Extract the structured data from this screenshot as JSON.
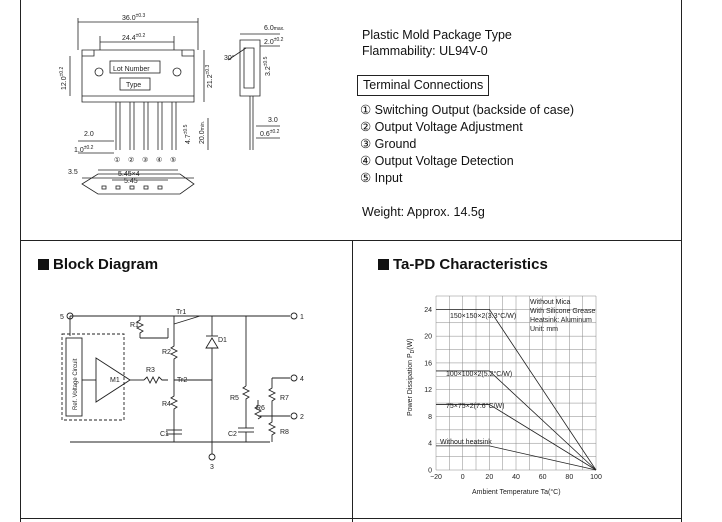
{
  "package": {
    "dim_labels": [
      "36.0",
      "±0.3",
      "24.4",
      "±0.2",
      "12.0",
      "±0.2",
      "21.2",
      "±0.3",
      "6.0",
      "max.",
      "2.0",
      "±0.2",
      "3.2",
      "±0.5",
      "3.0",
      "0.6",
      "±0.2",
      "2.0",
      "1.0",
      "±0.2",
      "4.7",
      "±0.5",
      "20.0",
      "min.",
      "5.45×4",
      "5.45",
      "3.5",
      "30°"
    ],
    "lot_label": "Lot Number",
    "type_label": "Type",
    "pin_numbers": [
      "①",
      "②",
      "③",
      "④",
      "⑤"
    ]
  },
  "info": {
    "package_type": "Plastic Mold Package Type",
    "flammability": "Flammability: UL94V-0",
    "terminal_heading": "Terminal Connections",
    "terminals": [
      "① Switching Output (backside of case)",
      "② Output Voltage Adjustment",
      "③ Ground",
      "④ Output Voltage Detection",
      "⑤ Input"
    ],
    "weight": "Weight: Approx. 14.5g"
  },
  "block_diagram": {
    "title": "Block Diagram",
    "labels": [
      "5",
      "1",
      "4",
      "2",
      "3",
      "R1",
      "Tr1",
      "D1",
      "R2",
      "R3",
      "Tr2",
      "M1",
      "R4",
      "R5",
      "R6",
      "R7",
      "R8",
      "C1",
      "C2",
      "Ref. Voltage Circuit"
    ]
  },
  "tapd": {
    "title": "Ta-PD Characteristics",
    "ylabel": "Power Dissipation P",
    "ylabel_sub": "D",
    "ylabel_unit": "(W)",
    "xlabel": "Ambient Temperature Ta(°C)",
    "annotations": [
      "Without Mica",
      "With Silicone Grease",
      "Heatsink: Aluminum",
      "Unit: mm"
    ],
    "series_labels": [
      "150×150×2(3.3°C/W)",
      "100×100×2(5.2°C/W)",
      "75×75×2(7.6°C/W)",
      "Without heatsink"
    ],
    "x_ticks": [
      "−20",
      "0",
      "20",
      "40",
      "60",
      "80",
      "100"
    ],
    "y_ticks": [
      "0",
      "4",
      "8",
      "12",
      "16",
      "20",
      "24"
    ]
  },
  "chart_data": {
    "type": "line",
    "title": "Ta-PD Characteristics",
    "xlabel": "Ambient Temperature Ta(°C)",
    "ylabel": "Power Dissipation PD(W)",
    "xlim": [
      -20,
      100
    ],
    "ylim": [
      0,
      26
    ],
    "grid": true,
    "series": [
      {
        "name": "150×150×2(3.3°C/W)",
        "x": [
          -20,
          20,
          100
        ],
        "y": [
          24,
          24,
          0
        ]
      },
      {
        "name": "100×100×2(5.2°C/W)",
        "x": [
          -20,
          20,
          100
        ],
        "y": [
          14.8,
          14.8,
          0
        ]
      },
      {
        "name": "75×75×2(7.6°C/W)",
        "x": [
          -20,
          20,
          100
        ],
        "y": [
          9.8,
          9.8,
          0
        ]
      },
      {
        "name": "Without heatsink",
        "x": [
          -20,
          20,
          100
        ],
        "y": [
          3.6,
          3.6,
          0
        ]
      }
    ]
  }
}
